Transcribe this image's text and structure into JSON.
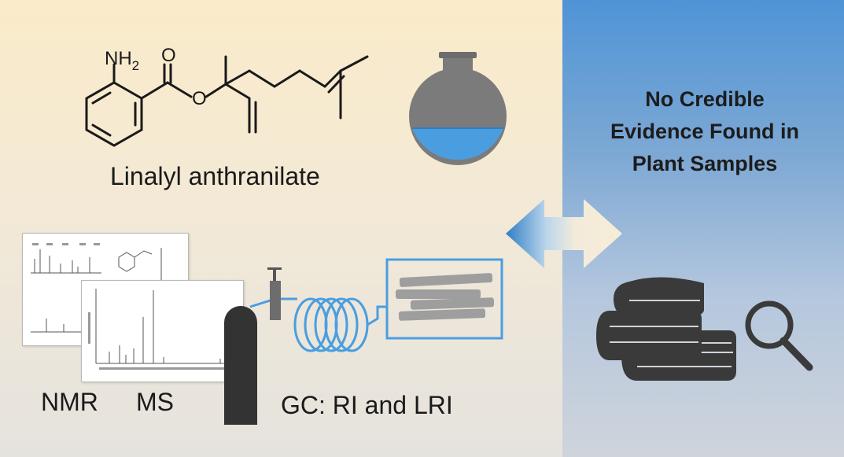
{
  "compound": {
    "name": "Linalyl anthranilate",
    "amine_label": "NH",
    "amine_subscript": "2",
    "carbonyl_label": "O",
    "ester_label": "O"
  },
  "techniques": {
    "nmr": "NMR",
    "ms": "MS",
    "gc": "GC: RI and LRI"
  },
  "finding": {
    "lines": [
      "No Credible",
      "Evidence Found in",
      "Plant Samples"
    ]
  },
  "colors": {
    "left_panel_top": "#faebc9",
    "right_panel_top": "#4f94d6",
    "flask_body": "#7b7b7b",
    "flask_liquid": "#4a9ee0",
    "gc_column": "#4a9ee0",
    "icons": "#3a3a3a"
  },
  "icons": [
    "round-bottom-flask-icon",
    "gas-cylinder-icon",
    "syringe-icon",
    "gc-oven-icon",
    "double-arrow-icon",
    "books-icon",
    "magnifier-icon"
  ]
}
